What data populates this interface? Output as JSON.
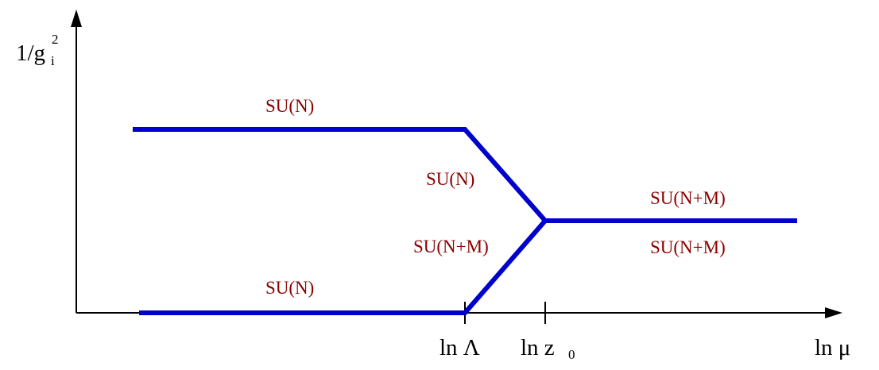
{
  "axes": {
    "y_label": {
      "main": "1/g",
      "sup": "2",
      "sub": "i"
    },
    "x_label": "ln μ"
  },
  "ticks": [
    {
      "main": "ln Λ",
      "sub": ""
    },
    {
      "main": "ln z",
      "sub": "0"
    }
  ],
  "segment_labels": {
    "upper_left": "SU(N)",
    "upper_slope": "SU(N)",
    "lower_slope": "SU(N+M)",
    "right_top": "SU(N+M)",
    "right_bottom": "SU(N+M)",
    "lower_left": "SU(N)"
  },
  "colors": {
    "flow_line": "#0000cc",
    "label_text": "#8b0000",
    "axis": "#000000"
  }
}
